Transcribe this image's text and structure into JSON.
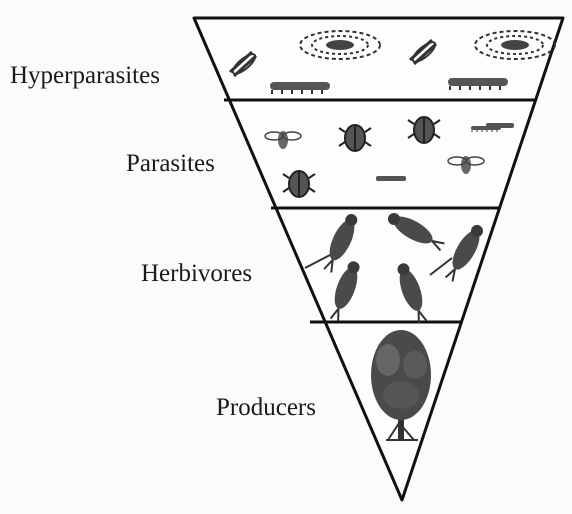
{
  "levels": [
    {
      "label": "Hyperparasites",
      "icon": "wasp-icons"
    },
    {
      "label": "Parasites",
      "icon": "insect-icons"
    },
    {
      "label": "Herbivores",
      "icon": "bird-icons"
    },
    {
      "label": "Producers",
      "icon": "tree-icon"
    }
  ],
  "colors": {
    "outline": "#111111",
    "drawing": "#3a3a3a",
    "background": "#fbfbf9"
  }
}
